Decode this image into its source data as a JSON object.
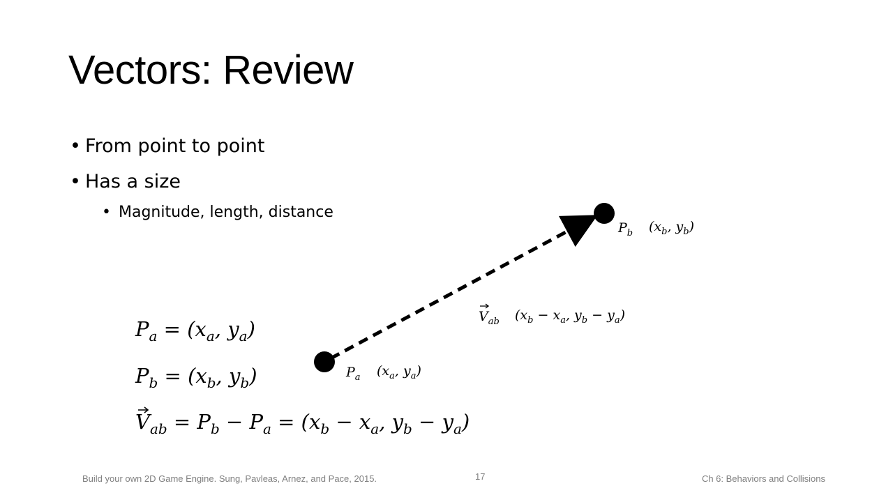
{
  "slide": {
    "title": "Vectors: Review",
    "bullets": [
      {
        "text": "From point to point"
      },
      {
        "text": "Has a size",
        "sub": [
          "Magnitude, length, distance"
        ]
      }
    ]
  },
  "diagram": {
    "point_a_label": "P",
    "point_a_sub": "a",
    "point_a_coords": [
      "(x",
      "a",
      ", y",
      "a",
      ")"
    ],
    "point_b_label": "P",
    "point_b_sub": "b",
    "point_b_coords": [
      "(x",
      "b",
      ", y",
      "b",
      ")"
    ],
    "vector_label": "V",
    "vector_sub": "ab",
    "vector_coords": [
      "(x",
      "b",
      " − x",
      "a",
      ", y",
      "b",
      " − y",
      "a",
      ")"
    ]
  },
  "equations": {
    "eq1": [
      "P",
      "a",
      " = (x",
      "a",
      ", y",
      "a",
      ")"
    ],
    "eq2": [
      "P",
      "b",
      " = (x",
      "b",
      ", y",
      "b",
      ")"
    ],
    "eq3": [
      "V",
      "ab",
      " = P",
      "b",
      " − P",
      "a",
      " = (x",
      "b",
      " − x",
      "a",
      ", y",
      "b",
      " − y",
      "a",
      ")"
    ]
  },
  "footer": {
    "left": "Build your own 2D Game Engine. Sung, Pavleas, Arnez, and Pace, 2015.",
    "page_number": "17",
    "right": "Ch 6: Behaviors and Collisions"
  }
}
